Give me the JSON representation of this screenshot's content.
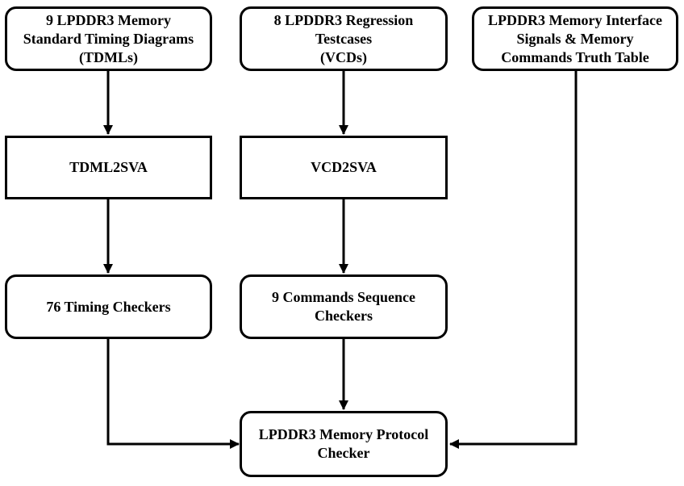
{
  "nodes": {
    "tdml_source": {
      "lines": [
        "9 LPDDR3 Memory",
        "Standard Timing Diagrams",
        "(TDMLs)"
      ]
    },
    "vcd_source": {
      "lines": [
        "8 LPDDR3 Regression",
        "Testcases",
        "(VCDs)"
      ]
    },
    "interface_source": {
      "lines": [
        "LPDDR3 Memory Interface",
        "Signals & Memory",
        "Commands Truth Table"
      ]
    },
    "tdml2sva": {
      "lines": [
        "TDML2SVA"
      ]
    },
    "vcd2sva": {
      "lines": [
        "VCD2SVA"
      ]
    },
    "timing_checkers": {
      "lines": [
        "76 Timing Checkers"
      ]
    },
    "sequence_checkers": {
      "lines": [
        "9 Commands Sequence",
        "Checkers"
      ]
    },
    "protocol_checker": {
      "lines": [
        "LPDDR3 Memory Protocol",
        "Checker"
      ]
    }
  },
  "edges": [
    {
      "from": "tdml_source",
      "to": "tdml2sva"
    },
    {
      "from": "tdml2sva",
      "to": "timing_checkers"
    },
    {
      "from": "vcd_source",
      "to": "vcd2sva"
    },
    {
      "from": "vcd2sva",
      "to": "sequence_checkers"
    },
    {
      "from": "timing_checkers",
      "to": "protocol_checker"
    },
    {
      "from": "sequence_checkers",
      "to": "protocol_checker"
    },
    {
      "from": "interface_source",
      "to": "protocol_checker"
    }
  ]
}
